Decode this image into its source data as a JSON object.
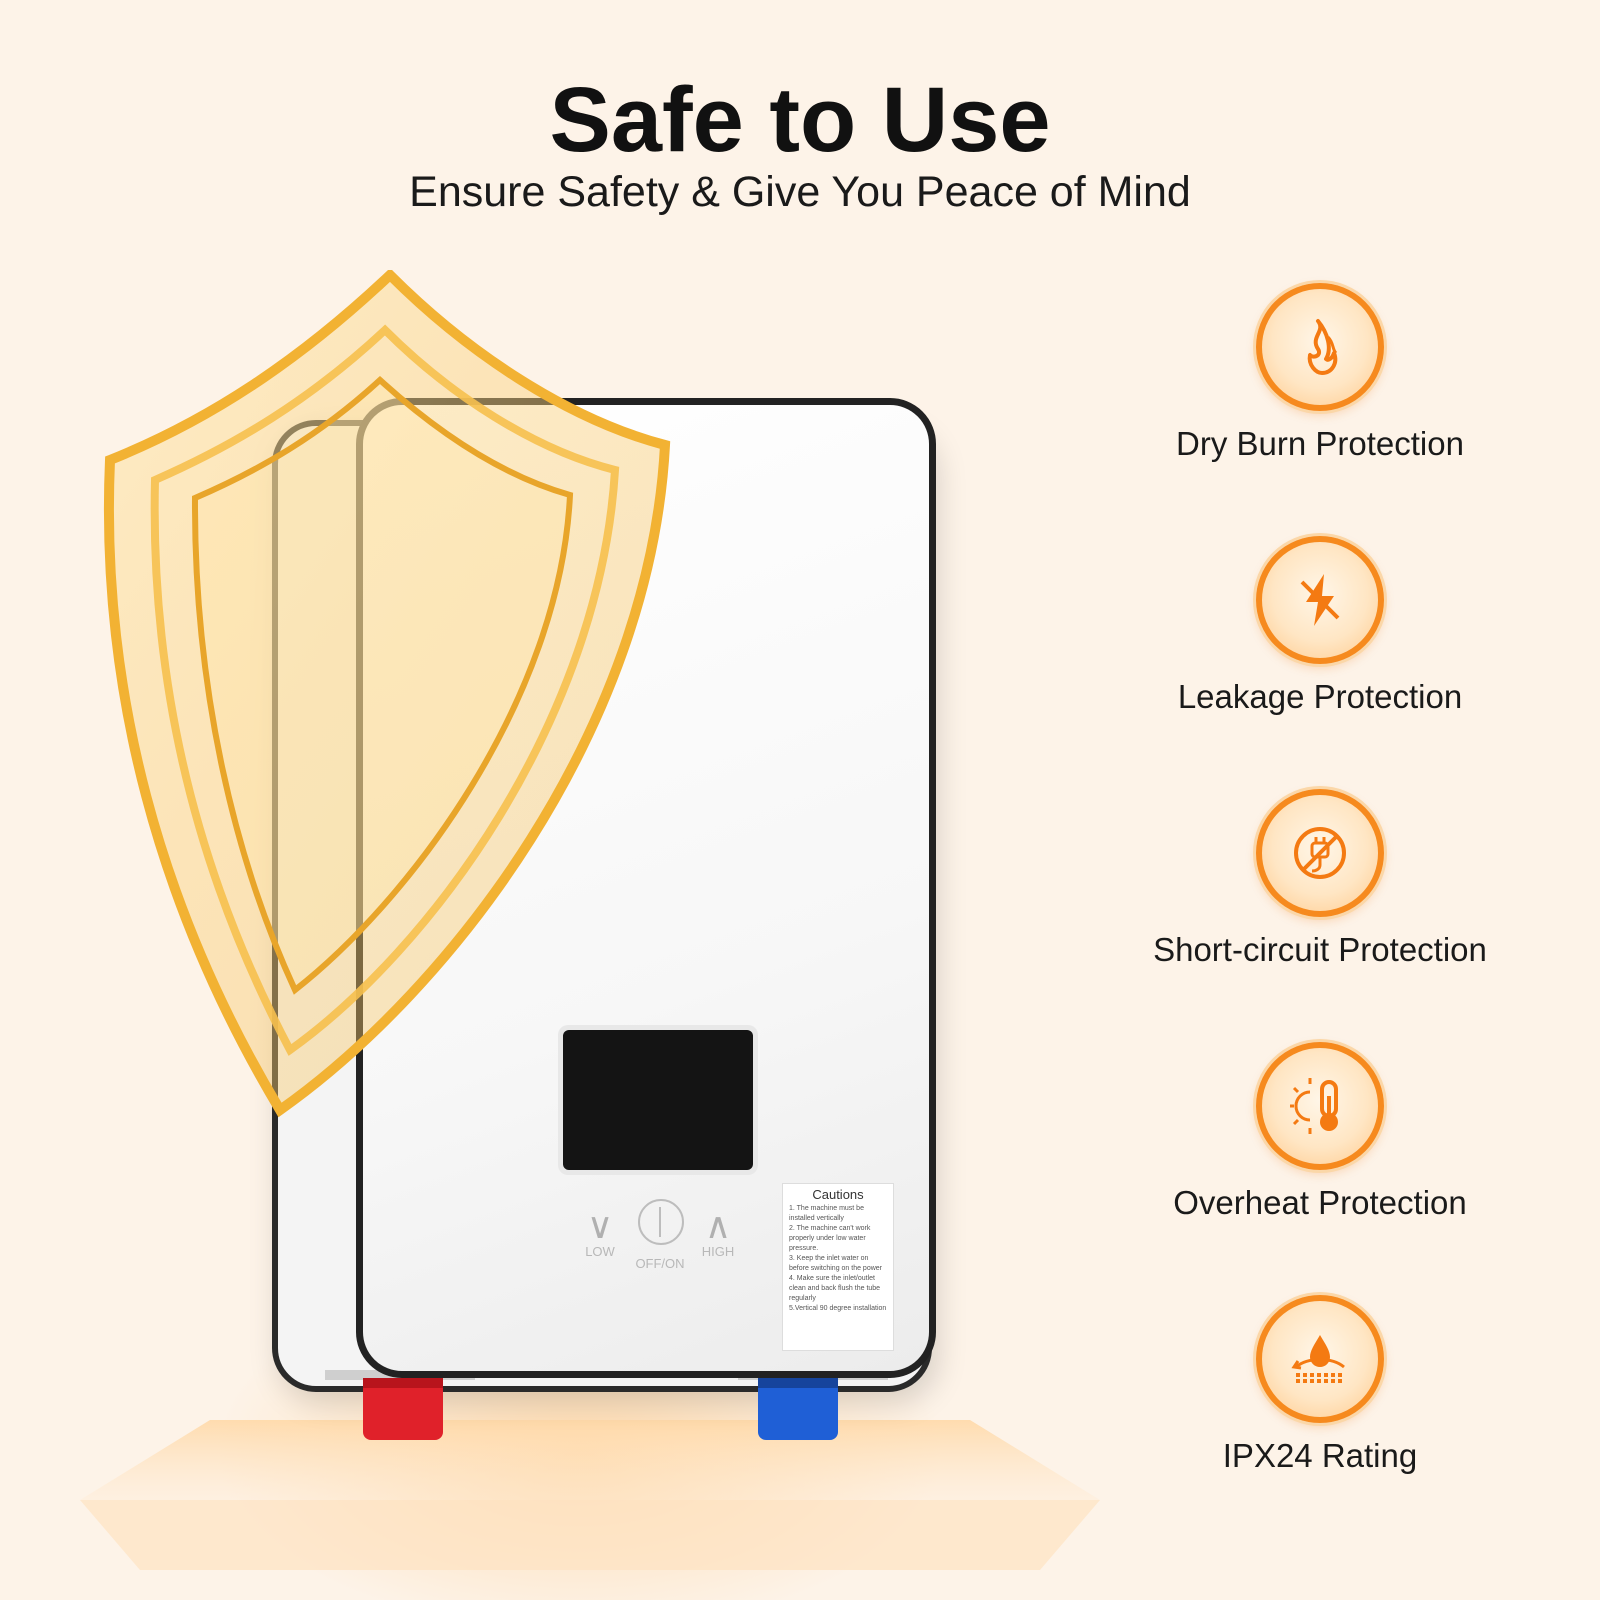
{
  "header": {
    "title": "Safe to Use",
    "subtitle": "Ensure Safety & Give You Peace of Mind"
  },
  "device": {
    "controls": {
      "low_label": "LOW",
      "power_label": "OFF/ON",
      "high_label": "HIGH"
    },
    "cautions": {
      "title": "Cautions",
      "items": [
        "1. The machine must be installed vertically",
        "2. The machine can't work properly under low water pressure.",
        "3. Keep the inlet water on before switching on the power",
        "4. Make sure the inlet/outlet clean and back flush the tube regularly",
        "5.Vertical 90 degree installation"
      ]
    }
  },
  "features": [
    {
      "label": "Dry Burn Protection",
      "icon": "flame-icon"
    },
    {
      "label": "Leakage Protection",
      "icon": "lightning-slash-icon"
    },
    {
      "label": "Short-circuit Protection",
      "icon": "plug-slash-icon"
    },
    {
      "label": "Overheat Protection",
      "icon": "sun-thermometer-icon"
    },
    {
      "label": "IPX24 Rating",
      "icon": "water-drop-icon"
    }
  ],
  "colors": {
    "accent": "#f68a1e",
    "background": "#fdf3e8",
    "hot_pipe": "#e0212a",
    "cold_pipe": "#1f5fd6"
  }
}
